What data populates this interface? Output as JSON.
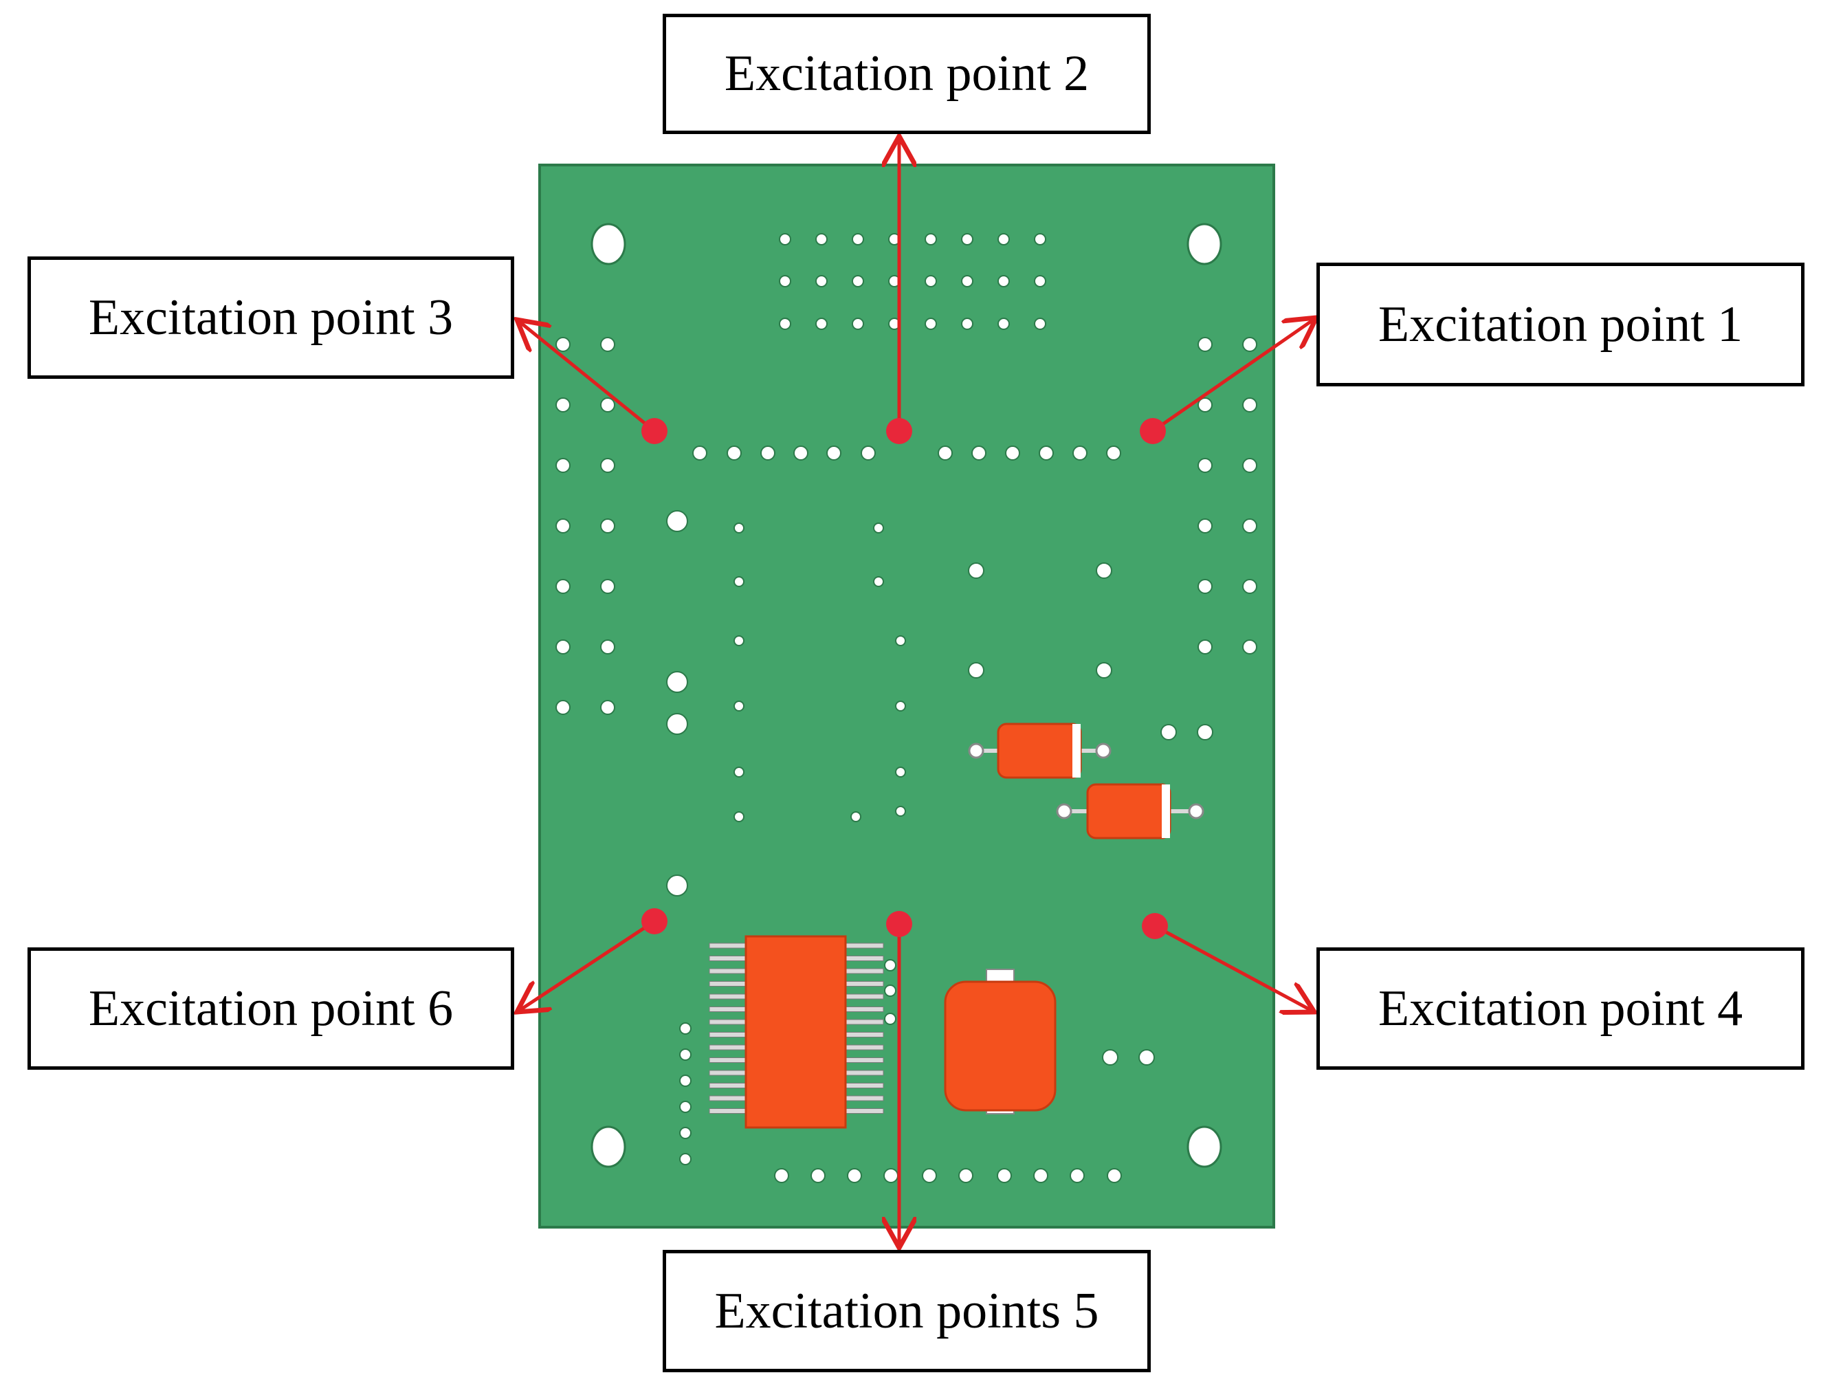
{
  "labels": {
    "p1": "Excitation point 1",
    "p2": "Excitation point 2",
    "p3": "Excitation point 3",
    "p4": "Excitation point 4",
    "p5": "Excitation points 5",
    "p6": "Excitation point 6"
  },
  "colors": {
    "board": "#43a46a",
    "board_edge": "#2c7a4a",
    "component": "#f4511e",
    "component_dark": "#c73b10",
    "pin": "#d9d9d9",
    "hole": "#ffffff",
    "arrow": "#e02020",
    "excitation_dot": "#e8273a"
  }
}
